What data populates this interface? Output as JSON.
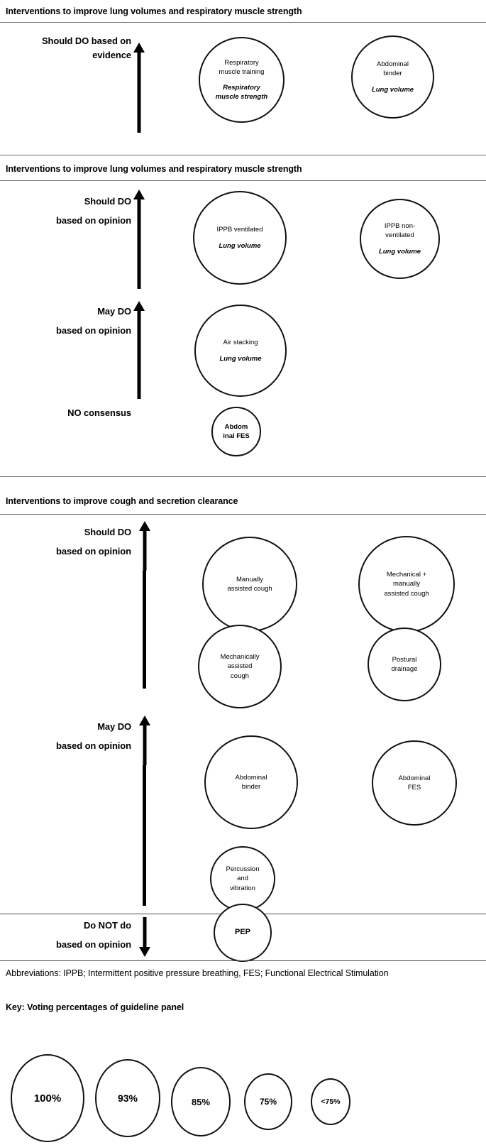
{
  "figure": {
    "panels": [
      {
        "id": "panel-1",
        "title": "Interventions to improve lung volumes and respiratory muscle strength",
        "levels": [
          {
            "id": "should-do-evidence",
            "label_line1": "Should DO based on",
            "label_line2": "evidence",
            "arrow": "up"
          }
        ],
        "bubbles": [
          {
            "id": "respiratory-muscle-training",
            "name_lines": [
              "Respiratory",
              "muscle training"
            ],
            "outcome_lines": [
              "Respiratory",
              "muscle strength"
            ]
          },
          {
            "id": "abdominal-binder-lv",
            "name_lines": [
              "Abdominal",
              "binder"
            ],
            "outcome_lines": [
              "Lung volume"
            ]
          }
        ]
      },
      {
        "id": "panel-2",
        "title": "Interventions to improve lung volumes and respiratory muscle strength",
        "levels": [
          {
            "id": "should-do-opinion",
            "label_line1": "Should DO",
            "label_line2": "based on opinion",
            "arrow": "up"
          },
          {
            "id": "may-do-opinion",
            "label_line1": "May DO",
            "label_line2": "based on opinion",
            "arrow": "up"
          },
          {
            "id": "no-consensus",
            "label_line1": "NO consensus",
            "label_line2": "",
            "arrow": "none"
          }
        ],
        "bubbles": [
          {
            "id": "ippb-ventilated",
            "name_lines": [
              "IPPB ventilated"
            ],
            "outcome_lines": [
              "Lung volume"
            ]
          },
          {
            "id": "ippb-non-ventilated",
            "name_lines": [
              "IPPB non-",
              "ventilated"
            ],
            "outcome_lines": [
              "Lung volume"
            ]
          },
          {
            "id": "air-stacking",
            "name_lines": [
              "Air stacking"
            ],
            "outcome_lines": [
              "Lung volume"
            ]
          },
          {
            "id": "abdominal-fes-lv",
            "name_lines": [
              "Abdom",
              "inal FES"
            ],
            "outcome_lines": []
          }
        ]
      },
      {
        "id": "panel-3",
        "title": "Interventions to improve cough and secretion clearance",
        "levels": [
          {
            "id": "should-do-opinion",
            "label_line1": "Should DO",
            "label_line2": "based on opinion",
            "arrow": "up"
          },
          {
            "id": "may-do-opinion",
            "label_line1": "May DO",
            "label_line2": "based on opinion",
            "arrow": "up"
          },
          {
            "id": "do-not-do-opinion",
            "label_line1": "Do NOT do",
            "label_line2": "based on opinion",
            "arrow": "down"
          }
        ],
        "bubbles": [
          {
            "id": "manually-assisted-cough",
            "name_lines": [
              "Manually",
              "assisted cough"
            ],
            "outcome_lines": []
          },
          {
            "id": "mechanical-plus-manually-assisted-cough",
            "name_lines": [
              "Mechanical +",
              "manually",
              "assisted cough"
            ],
            "outcome_lines": []
          },
          {
            "id": "mechanically-assisted-cough",
            "name_lines": [
              "Mechanically",
              "assisted",
              "cough"
            ],
            "outcome_lines": []
          },
          {
            "id": "postural-drainage",
            "name_lines": [
              "Postural",
              "drainage"
            ],
            "outcome_lines": []
          },
          {
            "id": "abdominal-binder-cough",
            "name_lines": [
              "Abdominal",
              "binder"
            ],
            "outcome_lines": []
          },
          {
            "id": "abdominal-fes-cough",
            "name_lines": [
              "Abdominal",
              "FES"
            ],
            "outcome_lines": []
          },
          {
            "id": "percussion-and-vibration",
            "name_lines": [
              "Percussion",
              "and",
              "vibration"
            ],
            "outcome_lines": []
          },
          {
            "id": "pep",
            "name_lines": [
              "PEP"
            ],
            "outcome_lines": []
          }
        ]
      }
    ],
    "abbreviations": "Abbreviations: IPPB; Intermittent positive pressure breathing, FES; Functional Electrical Stimulation",
    "key": {
      "title": "Key: Voting percentages of guideline panel",
      "items": [
        {
          "label": "100%"
        },
        {
          "label": "93%"
        },
        {
          "label": "85%"
        },
        {
          "label": "75%"
        },
        {
          "label": "<75%"
        }
      ]
    }
  }
}
